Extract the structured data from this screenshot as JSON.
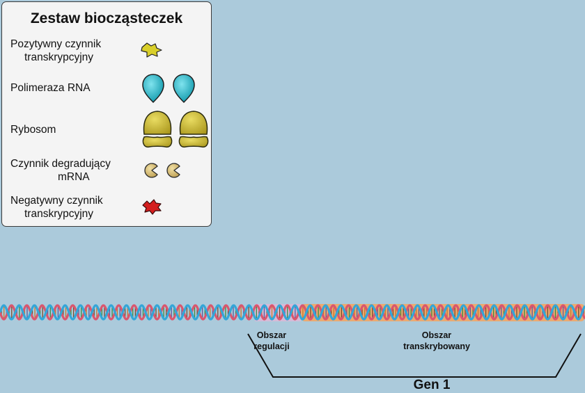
{
  "kit": {
    "title": "Zestaw biocząsteczek",
    "items": [
      {
        "label_line1": "Pozytywny czynnik",
        "label_line2": "transkrypcyjny",
        "icon": "positive-transcription-factor-icon",
        "color": "#d9cf2a",
        "count": 1
      },
      {
        "label_line1": "Polimeraza RNA",
        "label_line2": "",
        "icon": "rna-polymerase-icon",
        "color": "#1ab3c4",
        "count": 2
      },
      {
        "label_line1": "Rybosom",
        "label_line2": "",
        "icon": "ribosome-icon",
        "color": "#c9b52a",
        "count": 2
      },
      {
        "label_line1": "Czynnik degradujący",
        "label_line2": "mRNA",
        "icon": "mrna-degradation-factor-icon",
        "color": "#d4b86a",
        "count": 2
      },
      {
        "label_line1": "Negatywny czynnik",
        "label_line2": "transkrypcyjny",
        "icon": "negative-transcription-factor-icon",
        "color": "#d41e1e",
        "count": 1
      }
    ]
  },
  "dna": {
    "strand_colors": [
      "#d9566e",
      "#33a6d8"
    ],
    "regulation_region_color": "#dcb8d6",
    "transcribed_region_color": "#f4a55e"
  },
  "regions": {
    "regulation": {
      "line1": "Obszar",
      "line2": "regulacji"
    },
    "transcribed": {
      "line1": "Obszar",
      "line2": "transkrybowany"
    }
  },
  "gene": {
    "label": "Gen 1"
  }
}
